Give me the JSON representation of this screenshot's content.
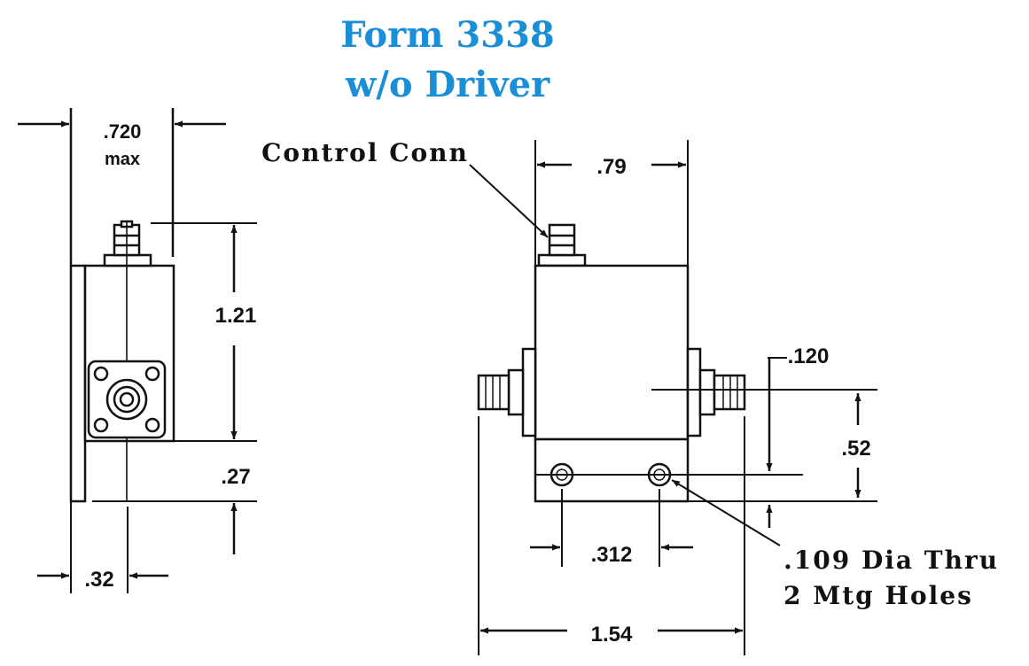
{
  "title": {
    "line1": "Form 3338",
    "line2": "w/o Driver",
    "color": "#1a8fd8"
  },
  "side_view": {
    "width_value": ".720",
    "width_qualifier": "max",
    "height_value": "1.21",
    "bracket_value": ".27",
    "bracket_width_value": ".32"
  },
  "front_view": {
    "connector_label": "Control Conn",
    "top_width_value": ".79",
    "hole_offset_value": ".120",
    "hole_height_value": ".52",
    "hole_spacing_value": ".312",
    "overall_width_value": "1.54",
    "hole_note_line1": ".109 Dia Thru",
    "hole_note_line2": "2 Mtg Holes"
  },
  "ink_color": "#111111"
}
